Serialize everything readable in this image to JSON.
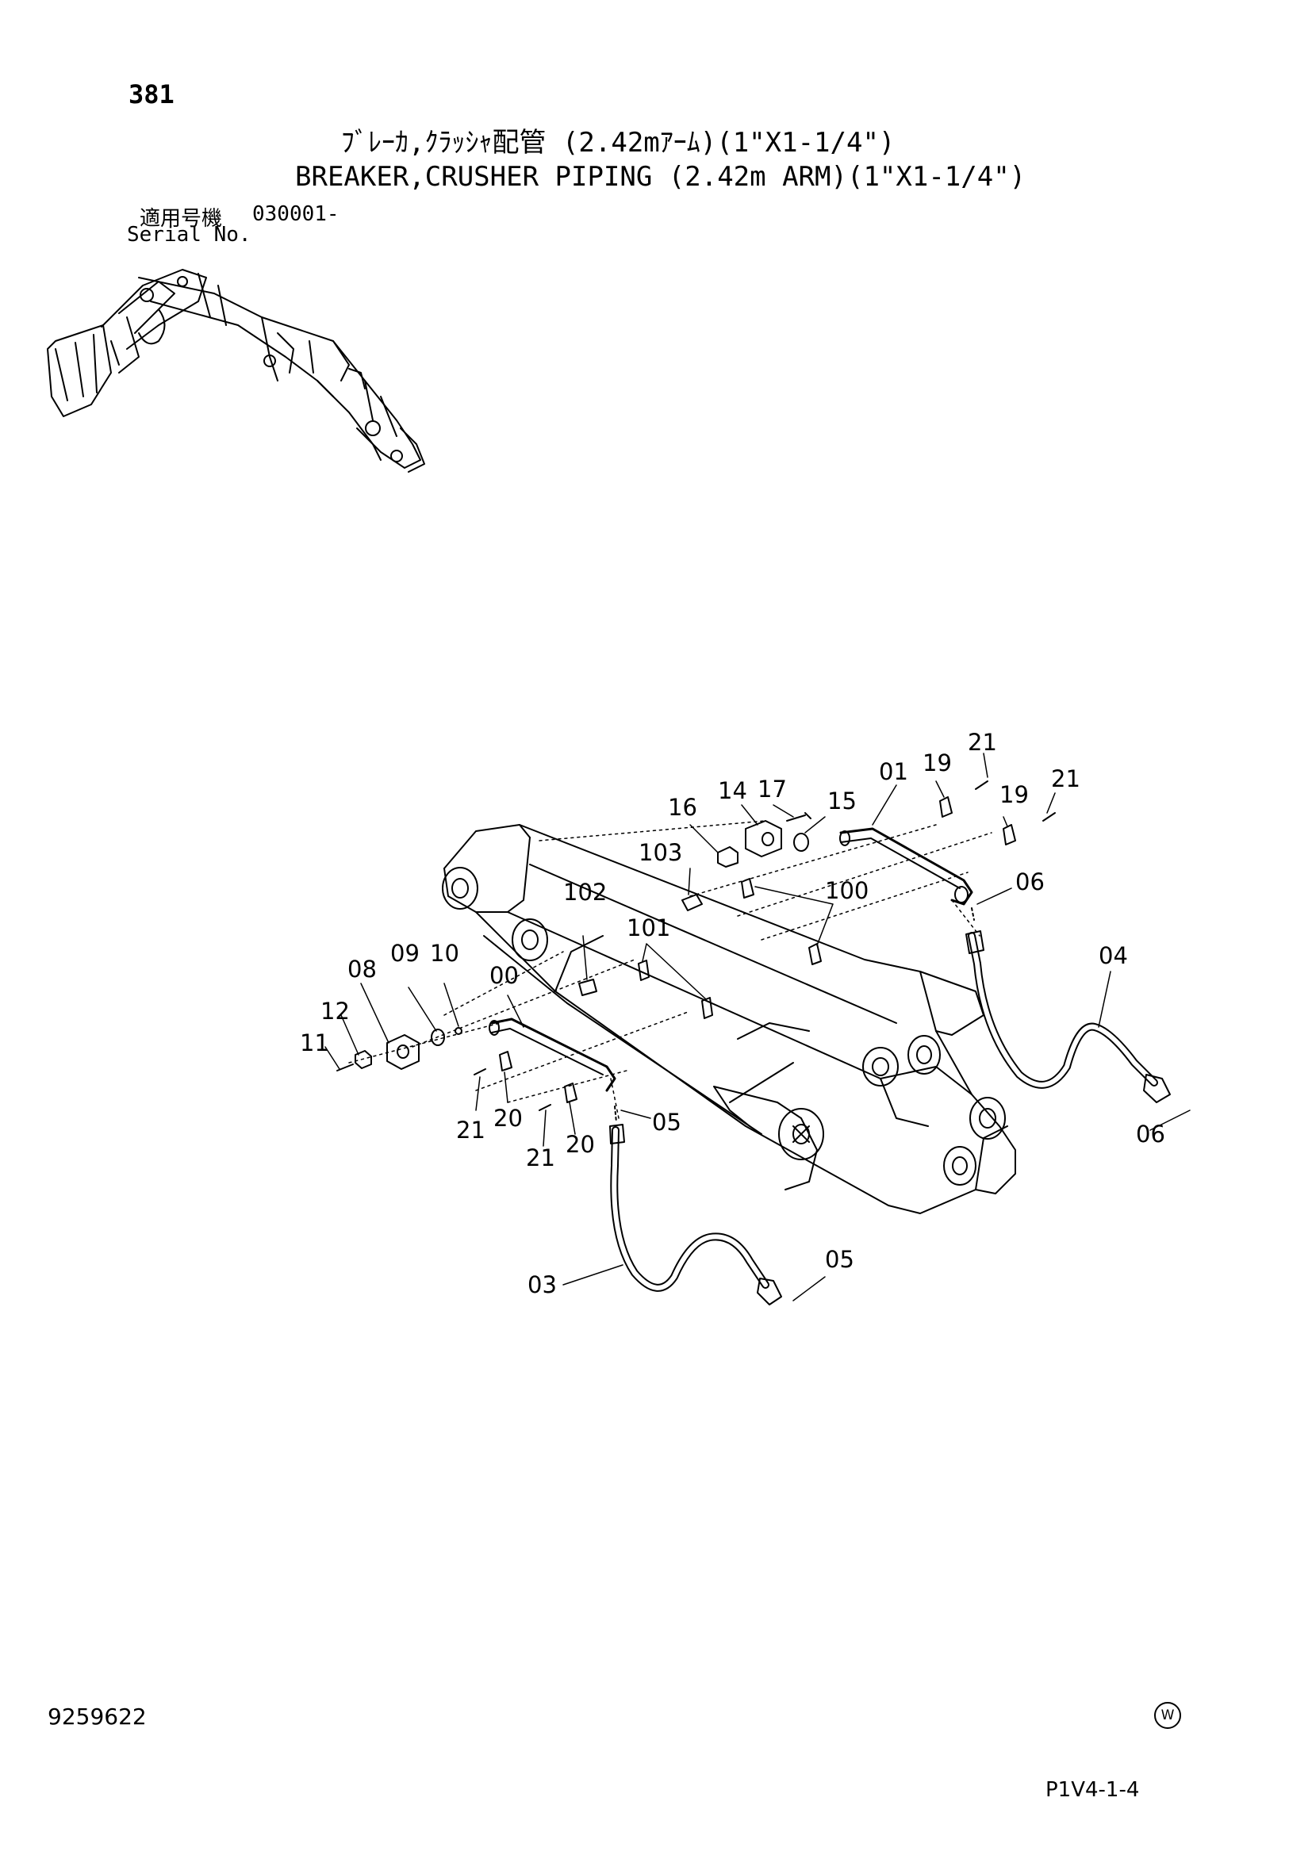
{
  "header": {
    "page_number": "381",
    "title_ja": "ﾌﾞﾚｰｶ,ｸﾗｯｼｬ配管 (2.42mｱｰﾑ)(1\"X1-1/4\")",
    "title_en": "BREAKER,CRUSHER PIPING (2.42m ARM)(1\"X1-1/4\")",
    "serial_label_ja": "適用号機",
    "serial_value": "030001-",
    "serial_label_en": "Serial No."
  },
  "footer": {
    "doc_number": "9259622",
    "brand_mark": "W",
    "page_code": "P1V4-1-4"
  },
  "callouts": [
    {
      "id": "c-21a",
      "label": "21"
    },
    {
      "id": "c-19a",
      "label": "19"
    },
    {
      "id": "c-01",
      "label": "01"
    },
    {
      "id": "c-21b",
      "label": "21"
    },
    {
      "id": "c-19b",
      "label": "19"
    },
    {
      "id": "c-17",
      "label": "17"
    },
    {
      "id": "c-14",
      "label": "14"
    },
    {
      "id": "c-16",
      "label": "16"
    },
    {
      "id": "c-15",
      "label": "15"
    },
    {
      "id": "c-103",
      "label": "103"
    },
    {
      "id": "c-06a",
      "label": "06"
    },
    {
      "id": "c-100",
      "label": "100"
    },
    {
      "id": "c-102",
      "label": "102"
    },
    {
      "id": "c-101",
      "label": "101"
    },
    {
      "id": "c-04",
      "label": "04"
    },
    {
      "id": "c-08",
      "label": "08"
    },
    {
      "id": "c-09",
      "label": "09"
    },
    {
      "id": "c-10",
      "label": "10"
    },
    {
      "id": "c-00",
      "label": "00"
    },
    {
      "id": "c-12",
      "label": "12"
    },
    {
      "id": "c-11",
      "label": "11"
    },
    {
      "id": "c-21c",
      "label": "21"
    },
    {
      "id": "c-20a",
      "label": "20"
    },
    {
      "id": "c-05a",
      "label": "05"
    },
    {
      "id": "c-21d",
      "label": "21"
    },
    {
      "id": "c-20b",
      "label": "20"
    },
    {
      "id": "c-06b",
      "label": "06"
    },
    {
      "id": "c-03",
      "label": "03"
    },
    {
      "id": "c-05b",
      "label": "05"
    }
  ]
}
